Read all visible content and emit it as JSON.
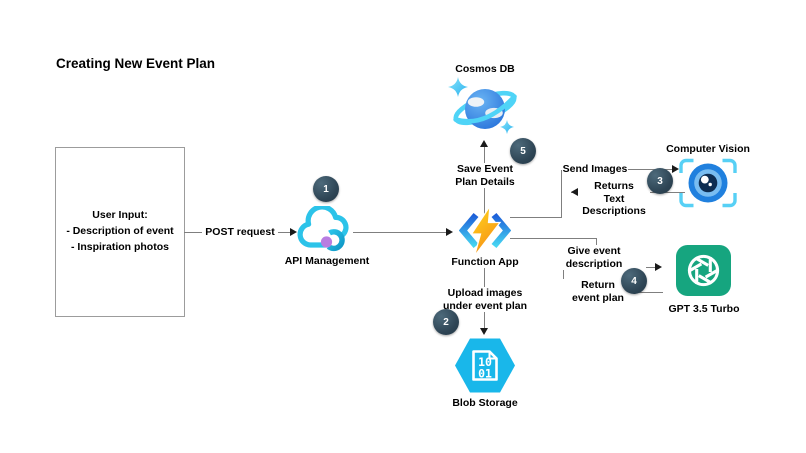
{
  "diagram": {
    "title": "Creating New Event Plan",
    "user_input": {
      "text": "User Input:\n- Description of event\n- Inspiration photos"
    },
    "nodes": {
      "api_management": {
        "label": "API Management",
        "step": "1",
        "icon": "cloud-api-icon"
      },
      "function_app": {
        "label": "Function App",
        "icon": "function-lightning-icon"
      },
      "cosmos_db": {
        "label": "Cosmos DB",
        "step": "5",
        "icon": "cosmos-planet-icon"
      },
      "blob_storage": {
        "label": "Blob Storage",
        "step": "2",
        "icon": "blob-hexagon-icon"
      },
      "computer_vision": {
        "label": "Computer Vision",
        "step": "3",
        "icon": "vision-eye-icon"
      },
      "gpt_35_turbo": {
        "label": "GPT 3.5 Turbo",
        "step": "4",
        "icon": "openai-logo-icon"
      }
    },
    "edges": {
      "post_request": {
        "label": "POST request"
      },
      "save_event_plan": {
        "label": "Save Event\nPlan Details"
      },
      "upload_images": {
        "label": "Upload images\nunder event plan"
      },
      "send_images": {
        "label": "Send Images"
      },
      "returns_text_descriptions": {
        "label": "Returns\nText\nDescriptions"
      },
      "give_event_description": {
        "label": "Give event description"
      },
      "return_event_plan": {
        "label": "Return\nevent plan"
      }
    },
    "blob_bits": {
      "row1": "10",
      "row2": "01"
    },
    "colors": {
      "line": "#7f7f7f",
      "arrow": "#1a1a1a",
      "step_badge": "#2e4555",
      "cyan": "#2cc3e9",
      "azure_blue": "#2080de",
      "cosmos_ring": "#4fd4f7",
      "bolt_yellow": "#ffd41d",
      "bolt_orange": "#f68a15",
      "openai_green": "#16a57f",
      "purple": "#b87de1"
    }
  }
}
